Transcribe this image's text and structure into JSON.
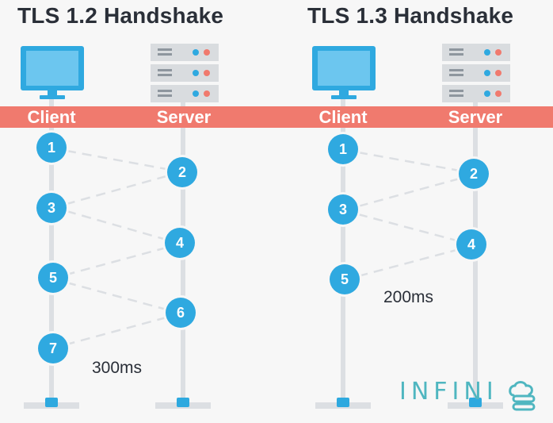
{
  "panels": [
    {
      "title": "TLS 1.2 Handshake",
      "client_label": "Client",
      "server_label": "Server",
      "steps": [
        "1",
        "2",
        "3",
        "4",
        "5",
        "6",
        "7"
      ],
      "latency": "300ms"
    },
    {
      "title": "TLS 1.3 Handshake",
      "client_label": "Client",
      "server_label": "Server",
      "steps": [
        "1",
        "2",
        "3",
        "4",
        "5"
      ],
      "latency": "200ms"
    }
  ],
  "logo": {
    "text": "INFINI"
  },
  "colors": {
    "accent_blue": "#2fa9e0",
    "banner_red": "#f07a6e",
    "timeline_gray": "#dcdfe3",
    "server_led_red": "#f07a6e",
    "logo_teal": "#4fb6c0"
  },
  "icons": [
    "monitor-icon",
    "server-rack-icon",
    "infini-logo-icon"
  ]
}
